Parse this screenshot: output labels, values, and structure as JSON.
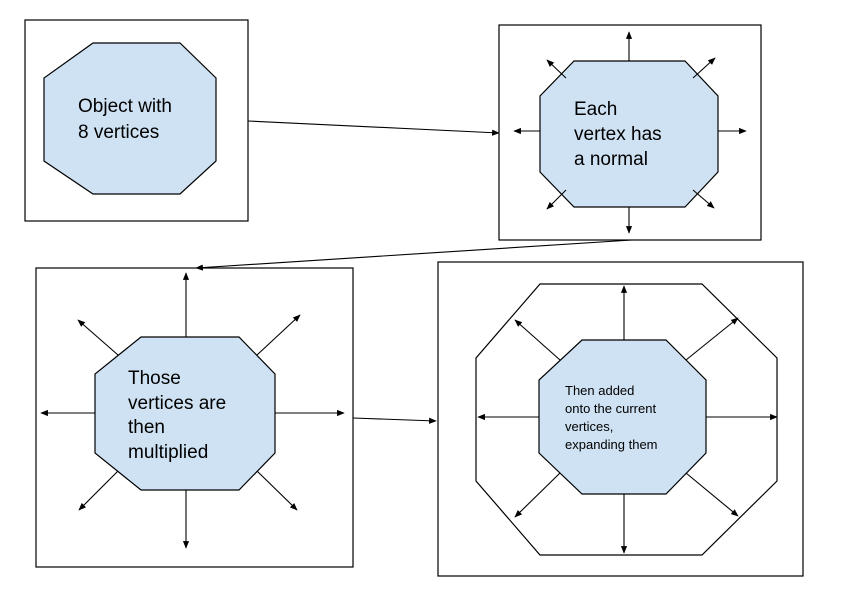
{
  "panels": [
    {
      "id": "object",
      "label_lines": [
        "Object with",
        "8 vertices"
      ]
    },
    {
      "id": "normals",
      "label_lines": [
        "Each",
        "vertex has",
        "a normal"
      ]
    },
    {
      "id": "multiplied",
      "label_lines": [
        "Those",
        "vertices are",
        "then",
        "multiplied"
      ]
    },
    {
      "id": "expanded",
      "label_lines": [
        "Then added",
        "onto the current",
        "vertices,",
        "expanding them"
      ]
    }
  ],
  "colors": {
    "shape_fill": "#cfe2f3",
    "stroke": "#000000",
    "background": "#ffffff"
  }
}
